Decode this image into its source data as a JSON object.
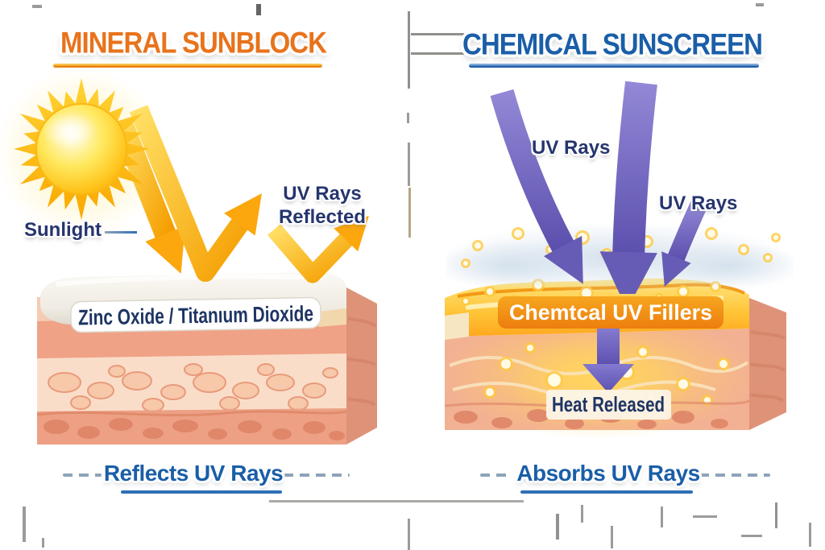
{
  "diagram": {
    "left": {
      "title": "MINERAL SUNBLOCK",
      "sun_label": "Sunlight",
      "reflected_line1": "UV Rays",
      "reflected_line2": "Reflected",
      "skin_banner": "Zinc Oxide / Titanıum Dioxide",
      "caption": "Reflects UV Rays"
    },
    "right": {
      "title": "CHEMICAL SUNSCREEN",
      "uv_label_left": "UV Rays",
      "uv_label_right": "UV Rays",
      "skin_banner": "Chemtcal UV Fillers",
      "heat_label": "Heat Released",
      "caption": "Absorbs UV Rays"
    }
  },
  "icons": {
    "sun": "sun-icon",
    "reflection_arrows": "uv-reflection-arrows-icon",
    "uv_down_arrows": "uv-down-arrows-icon",
    "heat_arrow": "heat-down-arrow-icon"
  },
  "colors": {
    "mineral_title_orange": "#E8731C",
    "chemical_title_blue": "#1A5EA8",
    "label_navy": "#26356E",
    "caption_blue": "#1A5EA8",
    "uv_arrow_purple": "#6C60BA",
    "sun_gold": "#FFC61F",
    "beam_orange": "#F59E00",
    "chemical_banner_orange": "#EE7F10",
    "skin_tone_salmon": "#F0A58A",
    "skin_side_shade": "#DE9378",
    "cream_layer": "#F4F1EA"
  }
}
